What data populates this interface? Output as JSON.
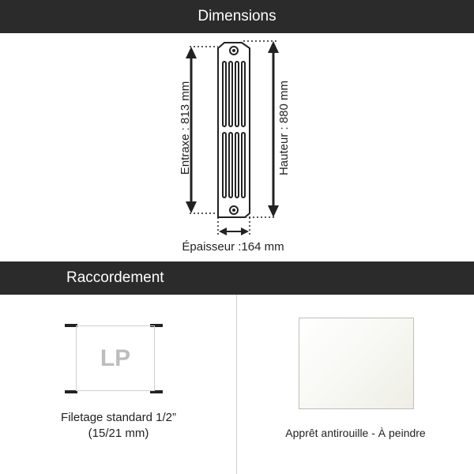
{
  "dimensions_section": {
    "title": "Dimensions",
    "entraxe_label": "Entraxe : 813 mm",
    "hauteur_label": "Hauteur : 880 mm",
    "epaisseur_label": "Épaisseur :164 mm"
  },
  "raccordement_section": {
    "title": "Raccordement",
    "connection": {
      "icon_letters": "LP",
      "caption_line1": "Filetage standard 1/2”",
      "caption_line2": "(15/21 mm)"
    },
    "finish": {
      "caption": "Apprêt antirouille - À peindre",
      "swatch_color": "#f7f7f2"
    }
  },
  "colors": {
    "header_bg": "#2b2b2b",
    "header_text": "#ffffff",
    "drawing_stroke": "#222222"
  }
}
